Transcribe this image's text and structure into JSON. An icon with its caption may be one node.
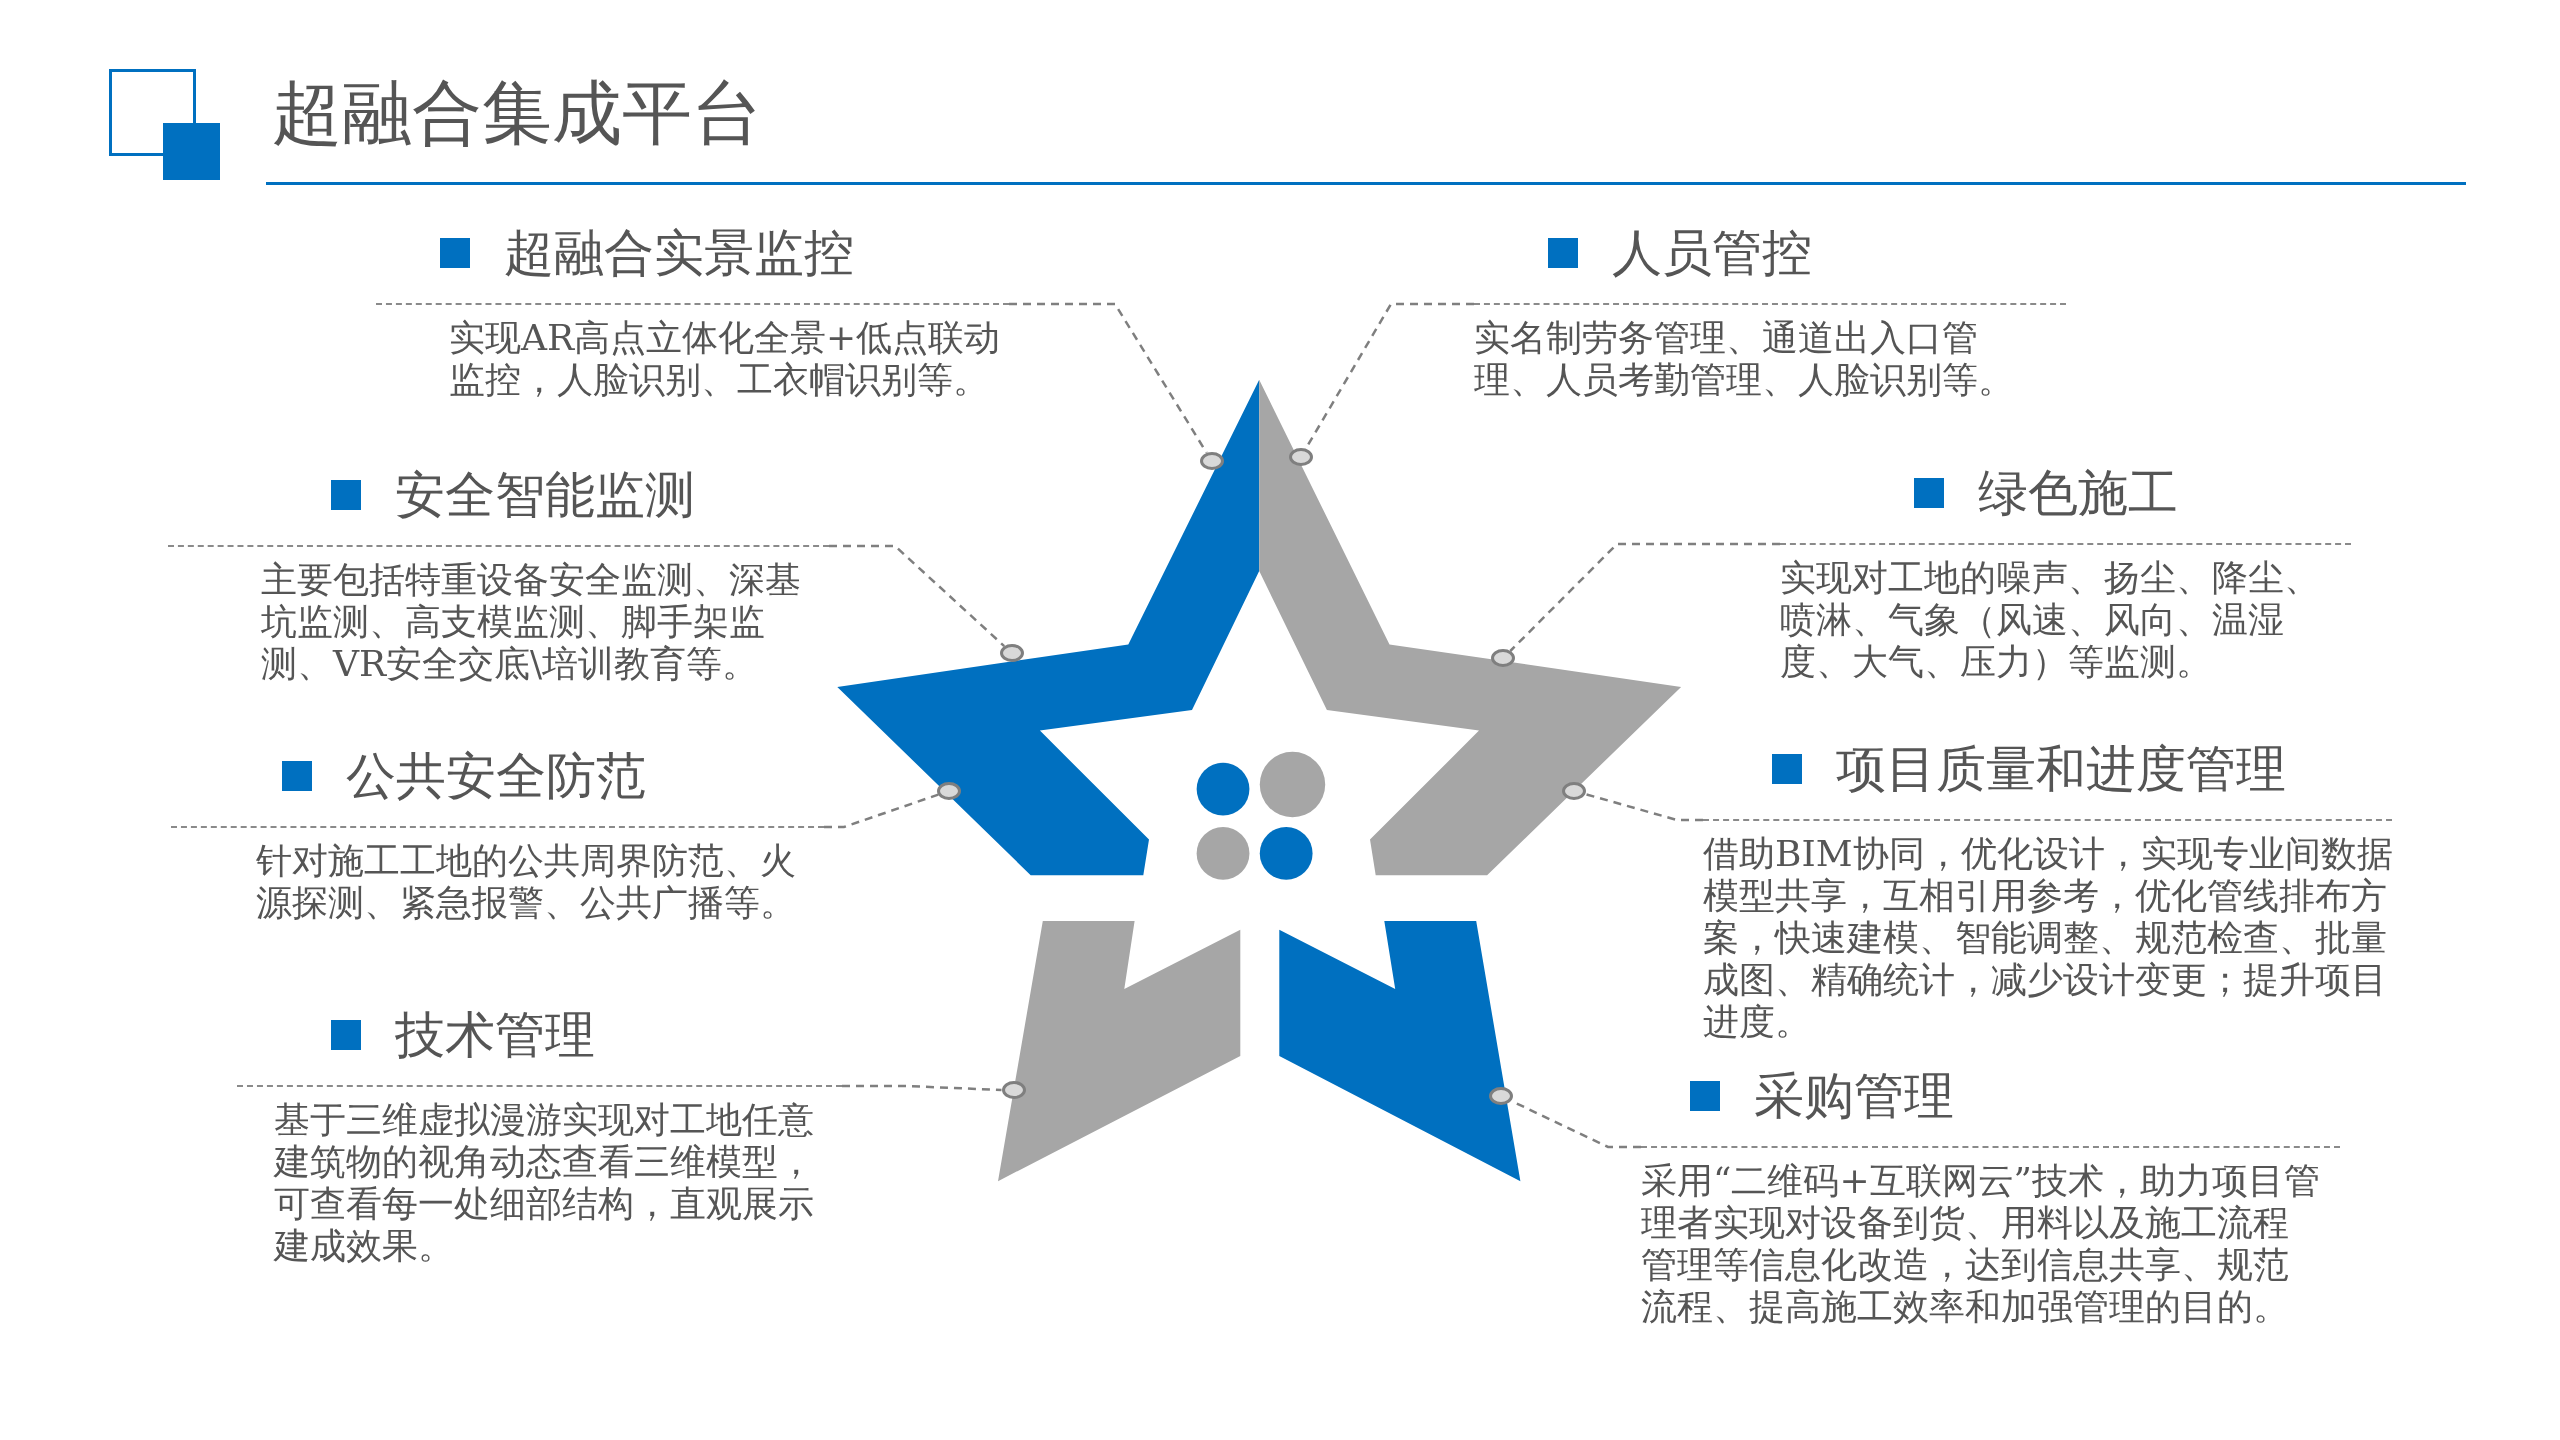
{
  "diagram": {
    "title": "超融合集成平台",
    "nodes": [
      {
        "text": [
          "超融合实景监控",
          "实现AR高点立体化全景+低点联动监控，人脸识别、工衣帽识别等。"
        ]
      },
      {
        "text": [
          "人员管控",
          "实名制劳务管理、通道出入口管理、人员考勤管理、人脸识别等。"
        ]
      },
      {
        "text": [
          "安全智能监测",
          "主要包括特重设备安全监测、深基坑监测、高支模监测、脚手架监测、VR安全交底\\培训教育等。"
        ]
      },
      {
        "text": [
          "绿色施工",
          "实现对工地的噪声、扬尘、降尘、喷淋、气象（风速、风向、温湿度、大气、压力）等监测。"
        ]
      },
      {
        "text": [
          "公共安全防范",
          "针对施工工地的公共周界防范、火源探测、紧急报警、公共广播等。"
        ]
      },
      {
        "text": [
          "项目质量和进度管理",
          "借助BIM协同，优化设计，实现专业间数据模型共享，互相引用参考，优化管线排布方案，快速建模、智能调整、规范检查、批量成图、精确统计，减少设计变更；提升项目进度。"
        ]
      },
      {
        "text": [
          "技术管理",
          "基于三维虚拟漫游实现对工地任意建筑物的视角动态查看三维模型，可查看每一处细部结构，直观展示建成效果。"
        ]
      },
      {
        "text": [
          "采购管理",
          "采用“二维码+互联网云”技术，助力项目管理者实现对设备到货、用料以及施工流程管理等信息化改造，达到信息共享、规范流程、提高施工效率和加强管理的目的。"
        ]
      },
      {
        "text": [],
        "shape": "circle"
      },
      {
        "text": [],
        "shape": "circle"
      },
      {
        "text": [],
        "shape": "circle"
      },
      {
        "text": [],
        "shape": "circle"
      },
      {
        "text": [],
        "shape": "circle"
      },
      {
        "text": [],
        "shape": "circle"
      },
      {
        "text": [],
        "shape": "circle"
      },
      {
        "text": [],
        "shape": "circle"
      }
    ],
    "edges": [
      {
        "from": 0,
        "to": 8,
        "arrow": "none",
        "style": "dashed"
      },
      {
        "from": 1,
        "to": 9,
        "arrow": "none",
        "style": "dashed"
      },
      {
        "from": 2,
        "to": 10,
        "arrow": "none",
        "style": "dashed"
      },
      {
        "from": 3,
        "to": 11,
        "arrow": "none",
        "style": "dashed"
      },
      {
        "from": 4,
        "to": 12,
        "arrow": "none",
        "style": "dashed"
      },
      {
        "from": 5,
        "to": 13,
        "arrow": "none",
        "style": "dashed"
      },
      {
        "from": 6,
        "to": 14,
        "arrow": "none",
        "style": "dashed"
      },
      {
        "from": 7,
        "to": 15,
        "arrow": "none",
        "style": "dashed"
      }
    ]
  }
}
